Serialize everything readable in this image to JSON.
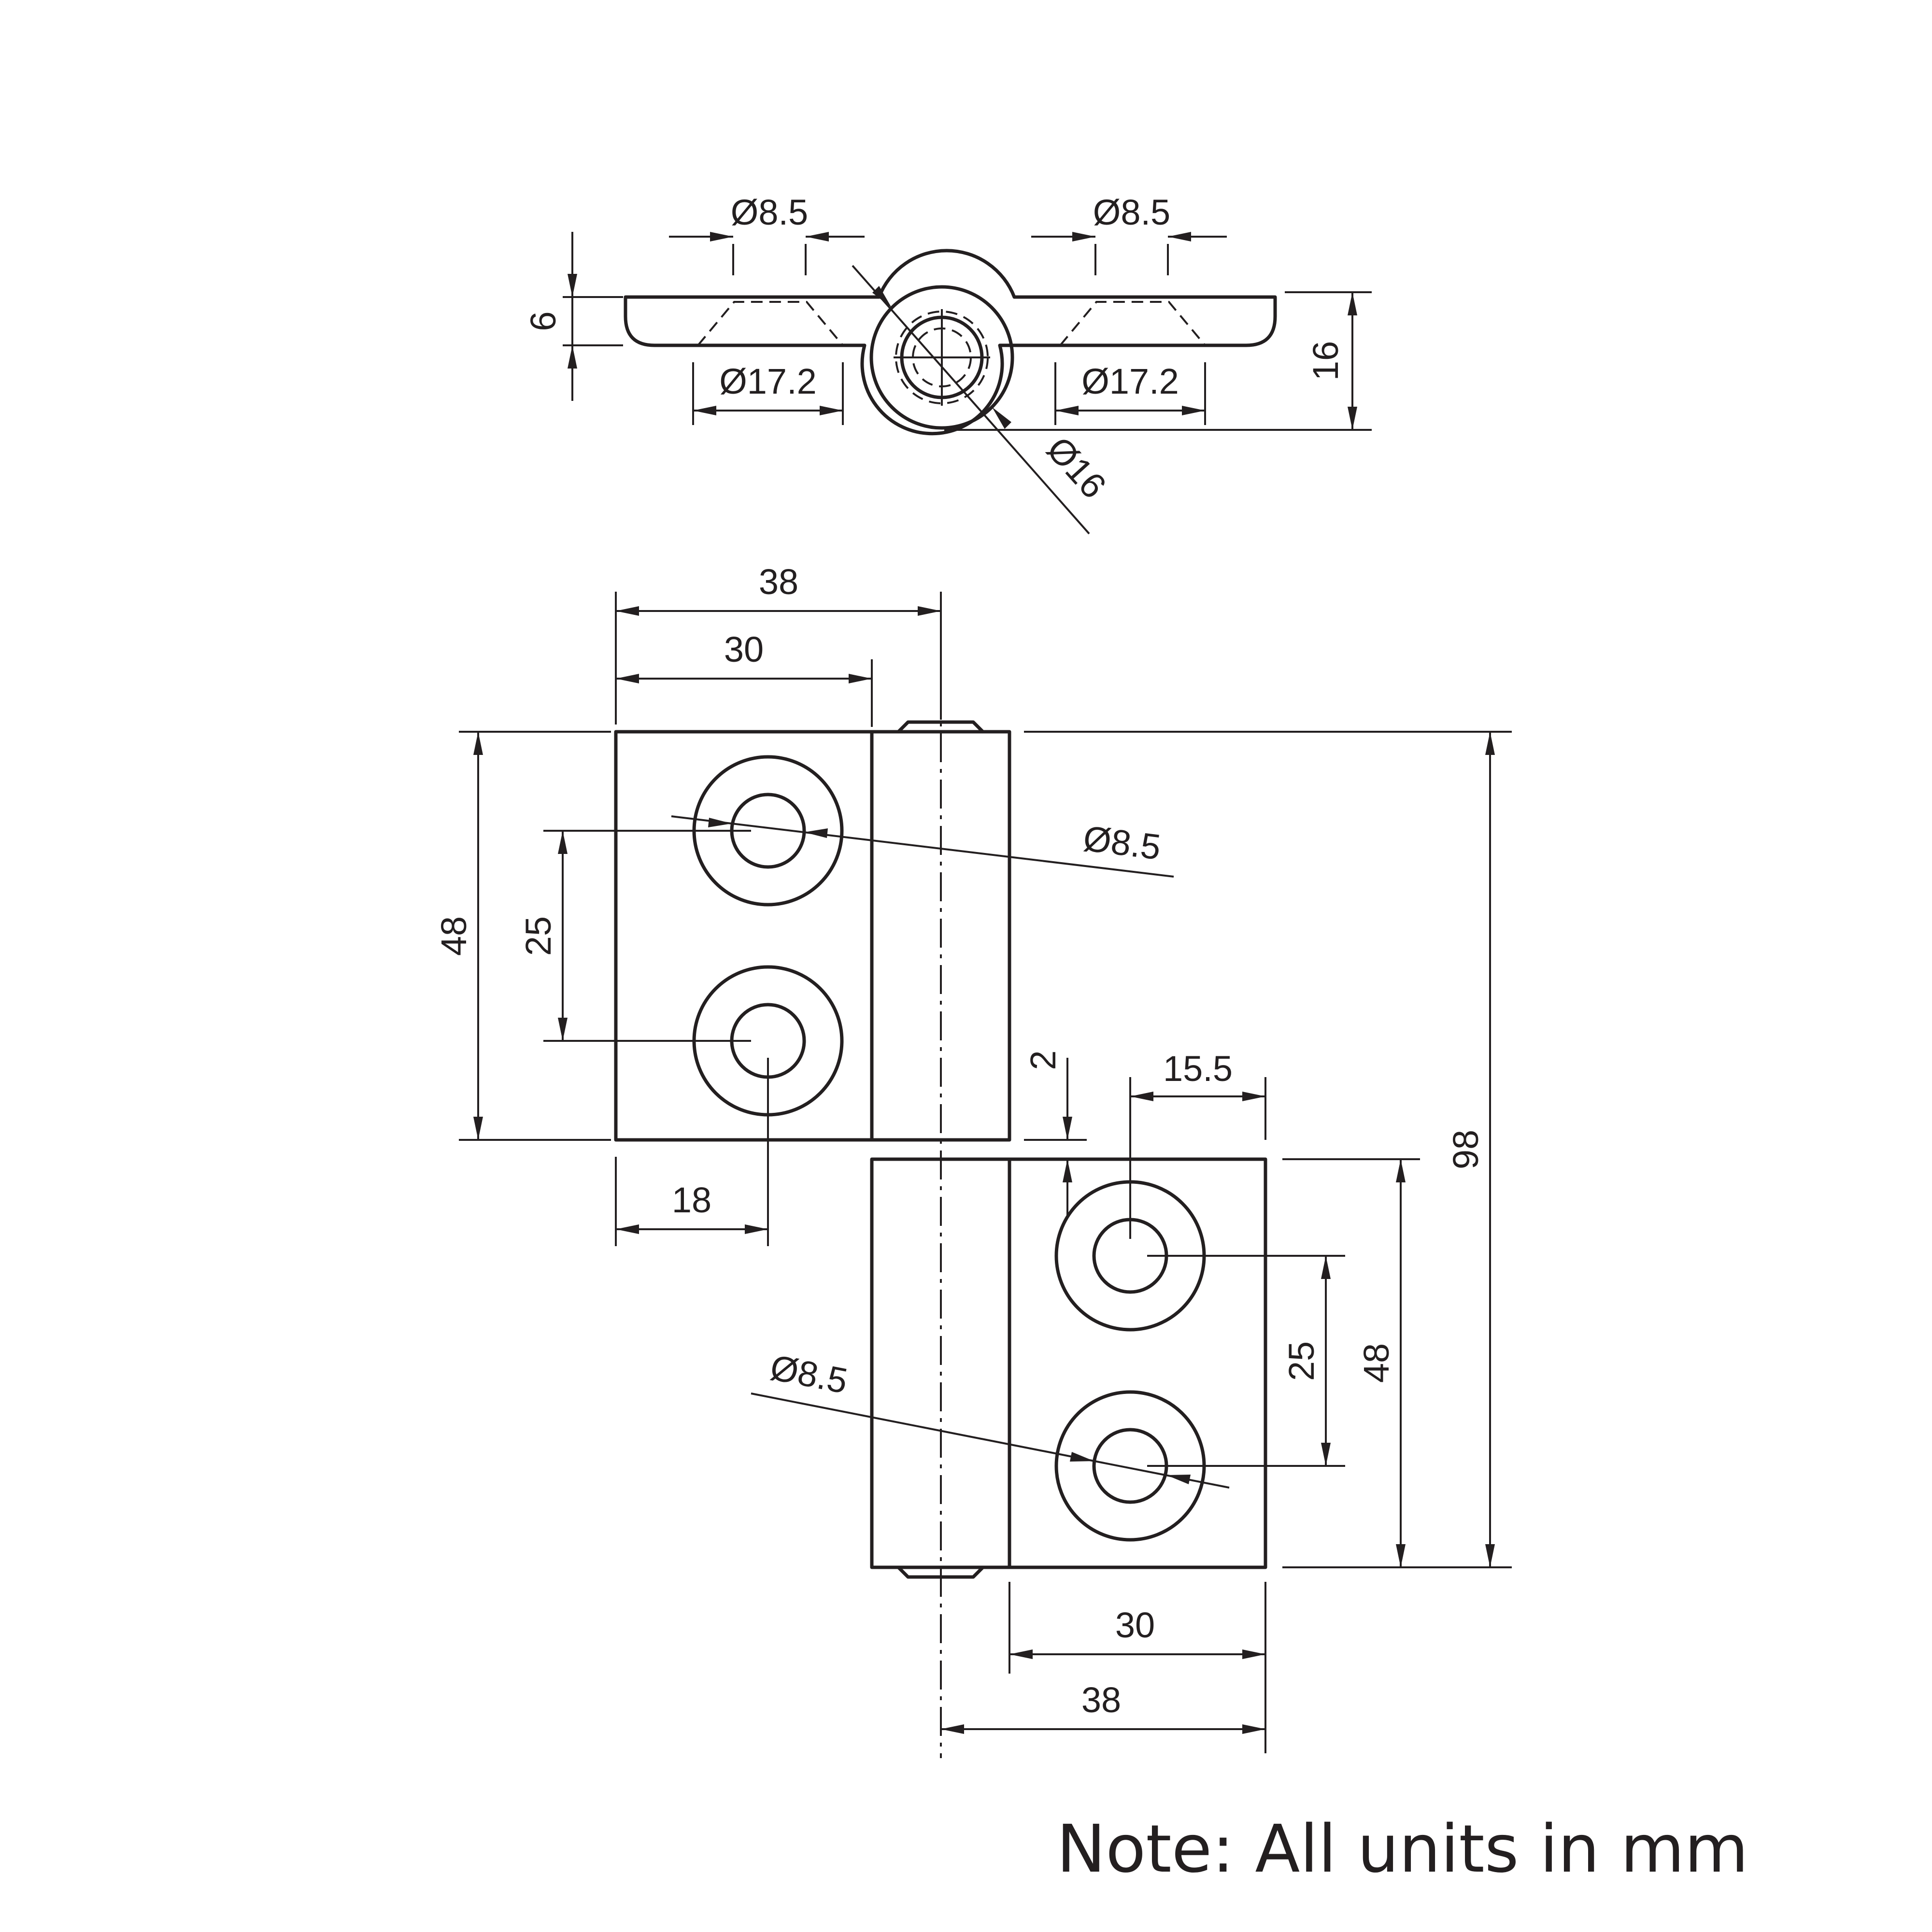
{
  "top_view": {
    "hole_dia_left": "Ø8.5",
    "hole_dia_right": "Ø8.5",
    "thickness": "6",
    "cbore_dia_left": "Ø17.2",
    "cbore_dia_right": "Ø17.2",
    "knuckle_dia": "Ø16",
    "overall_depth": "16"
  },
  "front_view": {
    "top_leaf_width_total": "38",
    "top_leaf_width_plate": "30",
    "top_leaf_height": "48",
    "top_hole_spacing": "25",
    "top_hole_dia": "Ø8.5",
    "top_hole_offset": "18",
    "gap": "2",
    "bottom_hole_offset": "15.5",
    "overall_height": "98",
    "bottom_hole_spacing": "25",
    "bottom_leaf_height": "48",
    "bottom_hole_dia": "Ø8.5",
    "bottom_leaf_width_plate": "30",
    "bottom_leaf_width_total": "38"
  },
  "note": "Note: All units in mm"
}
